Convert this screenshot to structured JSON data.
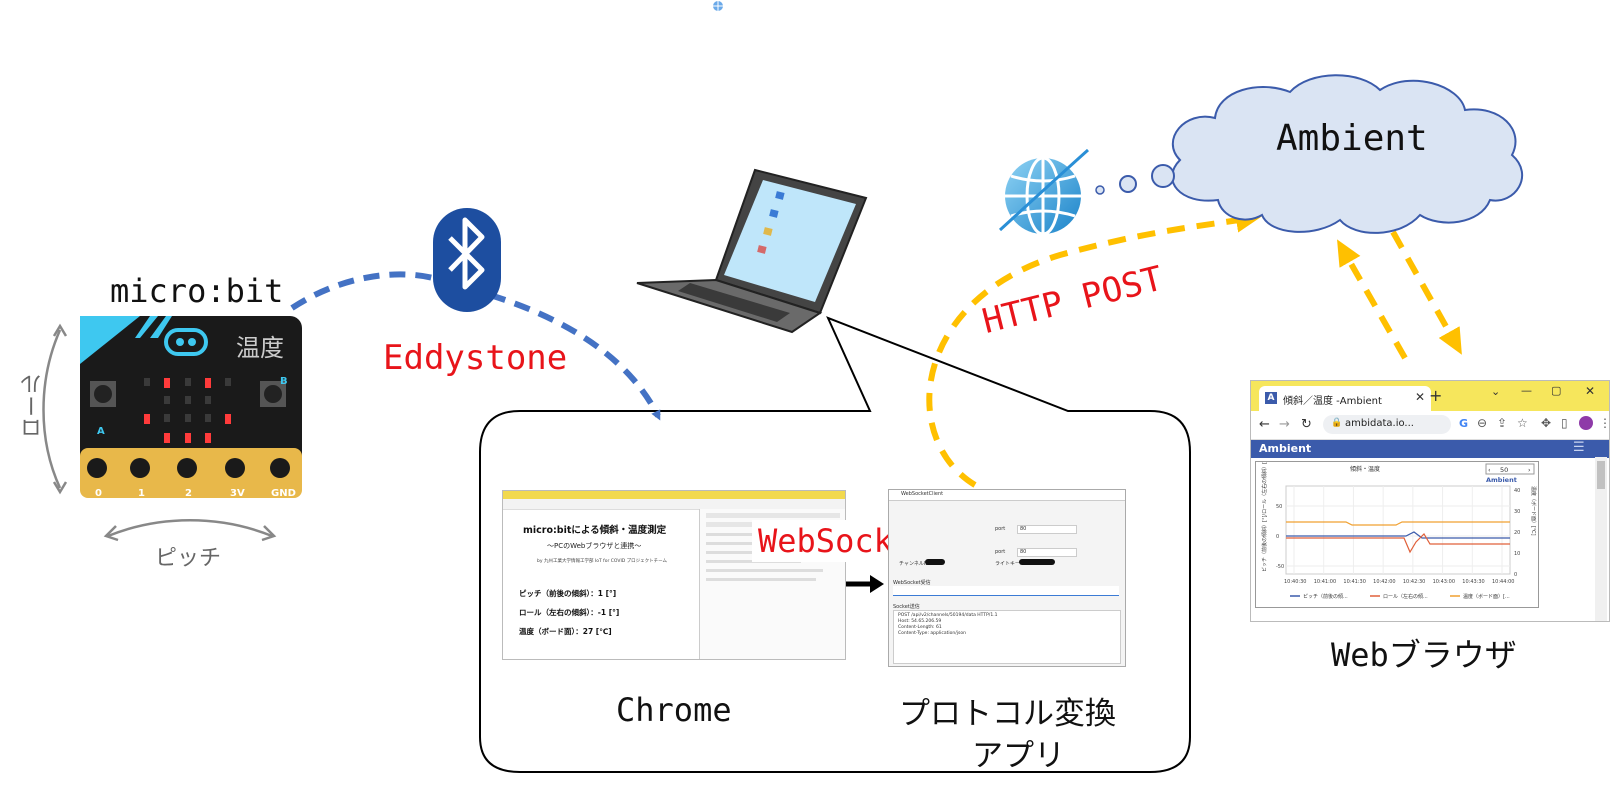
{
  "microbit": {
    "title": "micro:bit",
    "sensor_label": "温度",
    "pins": [
      "0",
      "1",
      "2",
      "3V",
      "GND"
    ],
    "button_a": "A",
    "button_b": "B",
    "roll_label": "ロール",
    "pitch_label": "ピッチ"
  },
  "bluetooth": {
    "protocol_label": "Eddystone"
  },
  "chrome_panel": {
    "caption": "Chrome",
    "heading": "micro:bitによる傾斜・温度測定",
    "subheading": "〜PCのWebブラウザと連携〜",
    "credit": "by 九州工業大学情報工学部 IoT for COVID プロジェクトチーム",
    "pitch_line": "ピッチ（前後の傾斜）：1 [°]",
    "roll_line": "ロール（左右の傾斜）：-1 [°]",
    "temp_line": "温度（ボード面）：27 [℃]"
  },
  "websocket_label": "WebSocket",
  "converter_app": {
    "caption_line1": "プロトコル変換",
    "caption_line2": "アプリ",
    "window_title": "WebSocketClient",
    "channel_label": "チャンネルID",
    "write_key_label": "ライトキー",
    "port_label": "port",
    "port_value": "80",
    "ws_recv_label": "WebSocket受信",
    "socket_send_label": "Socket送信",
    "request_lines": [
      "POST /api/v2/channels/50194/data HTTP/1.1",
      "Host: 54.65.206.59",
      "Content-Length: 61",
      "Content-Type: application/json"
    ]
  },
  "http_label": "HTTP POST",
  "cloud_label": "Ambient",
  "browser": {
    "caption": "Webブラウザ",
    "tab_title": "傾斜／温度 -Ambient",
    "address": "ambidata.io...",
    "brand": "Ambient",
    "chart_title": "傾斜・温度",
    "page_value": "50",
    "legend": [
      "ピッチ（前後の傾...",
      "ロール（左右の傾...",
      "温度（ボード面）[..."
    ],
    "x_ticks": [
      "10:40:30",
      "10:41:00",
      "10:41:30",
      "10:42:00",
      "10:42:30",
      "10:43:00",
      "10:43:30",
      "10:44:00"
    ],
    "y_left_ticks": [
      "50",
      "0",
      "-50"
    ],
    "y_right_ticks": [
      "40",
      "30",
      "20",
      "10",
      "0"
    ],
    "y_left_label": "ピッチ（前後の傾斜）[°]/ロール（左右の傾斜）[°]",
    "y_right_label": "温度（ボード面）[℃]",
    "colors": {
      "pitch": "#3b5bab",
      "roll": "#e0603a",
      "temp": "#f0a030",
      "header": "#3b5bab"
    }
  },
  "colors": {
    "accent_blue": "#4472c4",
    "accent_yellow": "#ffc000",
    "label_red": "#e8141a"
  }
}
